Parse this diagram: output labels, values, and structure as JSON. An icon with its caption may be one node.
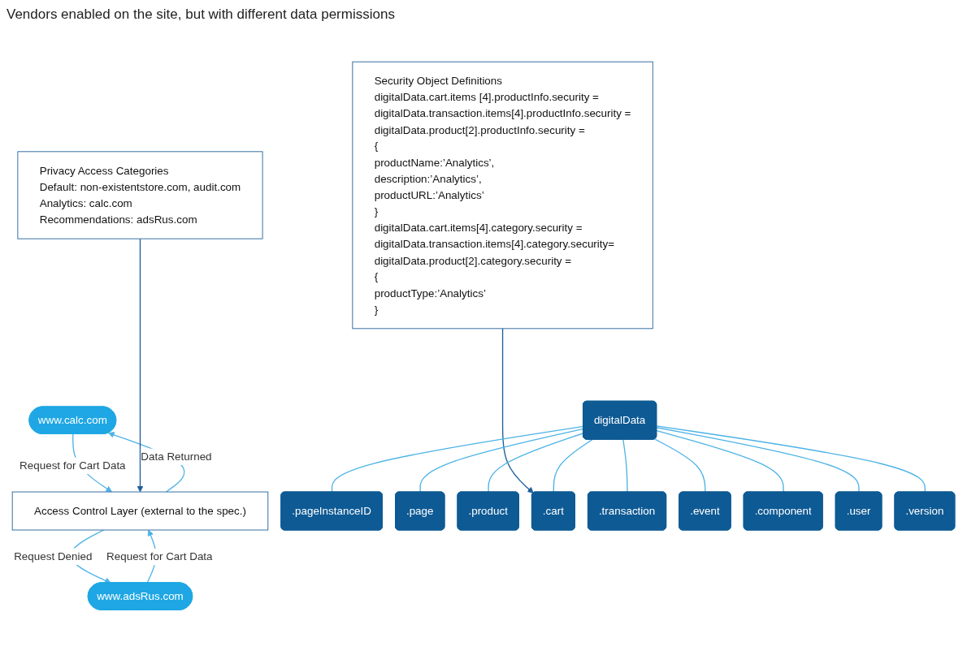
{
  "diagram": {
    "nodes": [
      {
        "text": [
          "www.calc.com"
        ]
      },
      {
        "text": [
          "www.adsRus.com"
        ]
      },
      {
        "text": [
          "Access Control Layer (external to the spec.)"
        ]
      },
      {
        "text": [
          "Privacy Access Categories",
          "Default: non-existentstore.com, audit.com",
          "Analytics: calc.com",
          "Recommendations: adsRus.com"
        ]
      },
      {
        "text": [
          "digitalData"
        ]
      },
      {
        "text": [
          ".pageInstanceID"
        ]
      },
      {
        "text": [
          ".page"
        ]
      },
      {
        "text": [
          ".product"
        ]
      },
      {
        "text": [
          ".cart"
        ]
      },
      {
        "text": [
          ".transaction"
        ]
      },
      {
        "text": [
          ".event"
        ]
      },
      {
        "text": [
          ".component"
        ]
      },
      {
        "text": [
          ".user"
        ]
      },
      {
        "text": [
          ".version"
        ]
      },
      {
        "text": [
          "Security Object Definitions",
          "digitalData.cart.items [4].productInfo.security =",
          "digitalData.transaction.items[4].productInfo.security =",
          "digitalData.product[2].productInfo.security =",
          "{",
          "productName:’Analytics’,",
          "description:’Analytics’,",
          "productURL:’Analytics’",
          "}",
          "digitalData.cart.items[4].category.security =",
          "digitalData.transaction.items[4].category.security=",
          "digitalData.product[2].category.security =",
          "{",
          "productType:’Analytics’",
          "}"
        ]
      }
    ],
    "edges": [
      {
        "from": 0,
        "to": 2,
        "arrow": "to",
        "label": "Request for Cart Data"
      },
      {
        "from": 2,
        "to": 0,
        "arrow": "to",
        "label": "Data Returned"
      },
      {
        "from": 1,
        "to": 2,
        "arrow": "to",
        "label": "Request for Cart Data"
      },
      {
        "from": 2,
        "to": 1,
        "arrow": "to",
        "label": "Request Denied"
      },
      {
        "from": 3,
        "to": 2,
        "arrow": "to",
        "color": "#1f5f99"
      },
      {
        "from": 14,
        "to": 8,
        "arrow": "to",
        "color": "#1f5f99"
      },
      {
        "from": 4,
        "to": 5,
        "arrow": "none"
      },
      {
        "from": 4,
        "to": 6,
        "arrow": "none"
      },
      {
        "from": 4,
        "to": 7,
        "arrow": "none"
      },
      {
        "from": 4,
        "to": 8,
        "arrow": "none"
      },
      {
        "from": 4,
        "to": 9,
        "arrow": "none"
      },
      {
        "from": 4,
        "to": 10,
        "arrow": "none"
      },
      {
        "from": 4,
        "to": 11,
        "arrow": "none"
      },
      {
        "from": 4,
        "to": 12,
        "arrow": "none"
      },
      {
        "from": 4,
        "to": 13,
        "arrow": "none"
      }
    ],
    "labels": [
      "Vendors enabled on the site, but with different data permissions"
    ]
  }
}
